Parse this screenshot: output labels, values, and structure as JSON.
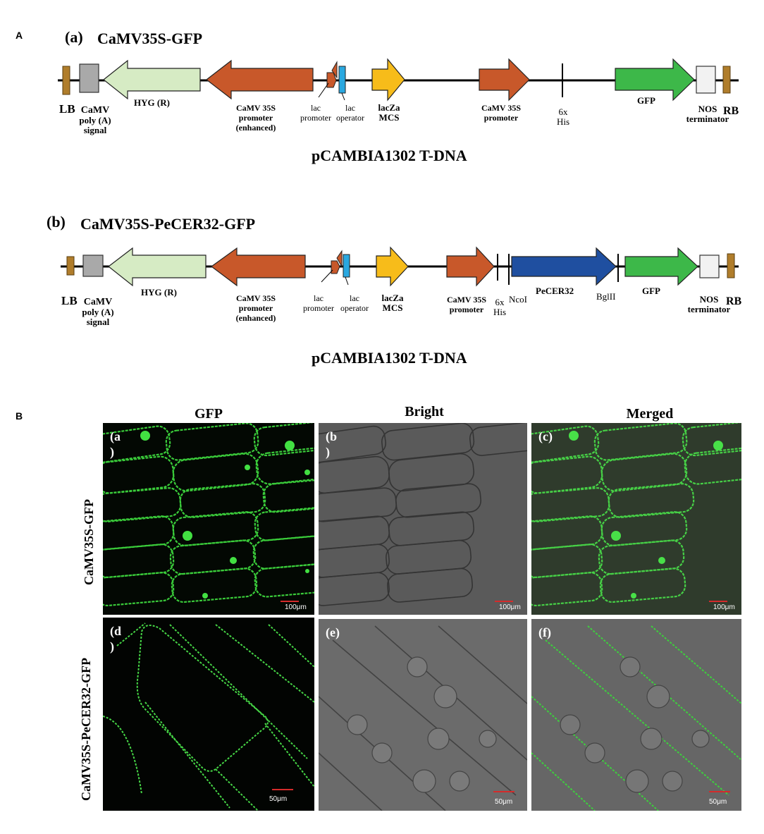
{
  "panel_a": {
    "letter": "A",
    "construct_a": {
      "tag": "(a)",
      "name": "CaMV35S-GFP",
      "labels": {
        "lb": "LB",
        "camv_polya": [
          "CaMV",
          "poly (A)",
          "signal"
        ],
        "hyg": "HYG (R)",
        "camv35s_enh": [
          "CaMV 35S",
          "promoter",
          "(enhanced)"
        ],
        "lac_promoter": [
          "lac",
          "promoter"
        ],
        "lac_operator": [
          "lac",
          "operator"
        ],
        "laczamcs": [
          "lacZa",
          "MCS"
        ],
        "camv35s": [
          "CaMV 35S",
          "promoter"
        ],
        "his": [
          "6x",
          "His"
        ],
        "gfp": "GFP",
        "nos": [
          "NOS",
          "terminator"
        ],
        "rb": "RB"
      },
      "vector": "pCAMBIA1302 T-DNA"
    },
    "construct_b": {
      "tag": "(b)",
      "name": "CaMV35S-PeCER32-GFP",
      "labels": {
        "lb": "LB",
        "camv_polya": [
          "CaMV",
          "poly (A)",
          "signal"
        ],
        "hyg": "HYG (R)",
        "camv35s_enh": [
          "CaMV 35S",
          "promoter",
          "(enhanced)"
        ],
        "lac_promoter": [
          "lac",
          "promoter"
        ],
        "lac_operator": [
          "lac",
          "operator"
        ],
        "laczamcs": [
          "lacZa",
          "MCS"
        ],
        "camv35s": [
          "CaMV 35S",
          "promoter"
        ],
        "his": [
          "6x",
          "His"
        ],
        "ncol": "NcoI",
        "pecer32": "PeCER32",
        "bglii": "BglII",
        "gfp": "GFP",
        "nos": [
          "NOS",
          "terminator"
        ],
        "rb": "RB"
      },
      "vector": "pCAMBIA1302 T-DNA"
    }
  },
  "panel_b": {
    "letter": "B",
    "columns": [
      "GFP",
      "Bright",
      "Merged"
    ],
    "rows": [
      "CaMV35S-GFP",
      "CaMV35S-PeCER32-GFP"
    ],
    "images": [
      {
        "label": [
          "(a",
          ")"
        ],
        "scale": "100μm"
      },
      {
        "label": [
          "(b",
          ")"
        ],
        "scale": "100μm"
      },
      {
        "label": [
          "(c)"
        ],
        "scale": "100μm"
      },
      {
        "label": [
          "(d",
          ")"
        ],
        "scale": "50μm"
      },
      {
        "label": [
          "(e)"
        ],
        "scale": "50μm"
      },
      {
        "label": [
          "(f)"
        ],
        "scale": "50μm"
      }
    ]
  },
  "colors": {
    "border": "#b07d2b",
    "polya": "#a9a9a9",
    "hyg": "#d6ebc4",
    "camv": "#c8582a",
    "lac_op": "#2aa8e0",
    "lacza": "#f7bc1a",
    "pecer32": "#1f4fa0",
    "gfp": "#3db849",
    "nos": "#f2f2f2"
  }
}
